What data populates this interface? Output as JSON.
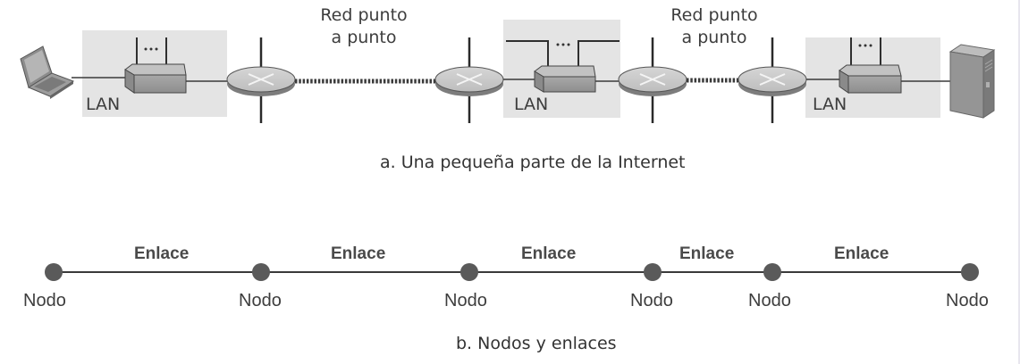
{
  "part_a": {
    "caption": "a. Una pequeña parte de la Internet",
    "point_to_point_labels": [
      {
        "line1": "Red punto",
        "line2": "a punto"
      },
      {
        "line1": "Red punto",
        "line2": "a punto"
      }
    ],
    "lan_labels": [
      "LAN",
      "LAN",
      "LAN"
    ],
    "ellipsis": "...",
    "devices": {
      "left_end": "laptop-icon",
      "right_end": "server-tower-icon",
      "switch": "switch-icon",
      "router": "router-icon"
    }
  },
  "part_b": {
    "caption": "b. Nodos y enlaces",
    "nodes": [
      "Nodo",
      "Nodo",
      "Nodo",
      "Nodo",
      "Nodo",
      "Nodo"
    ],
    "links": [
      "Enlace",
      "Enlace",
      "Enlace",
      "Enlace",
      "Enlace"
    ]
  },
  "colors": {
    "lan_background": "#e4e4e4",
    "router_top": "#c9c9c9",
    "router_side": "#7d7d7d",
    "switch_face": "#9a9a9a",
    "node_fill": "#5a5a5a",
    "line": "#3a3a3a"
  }
}
